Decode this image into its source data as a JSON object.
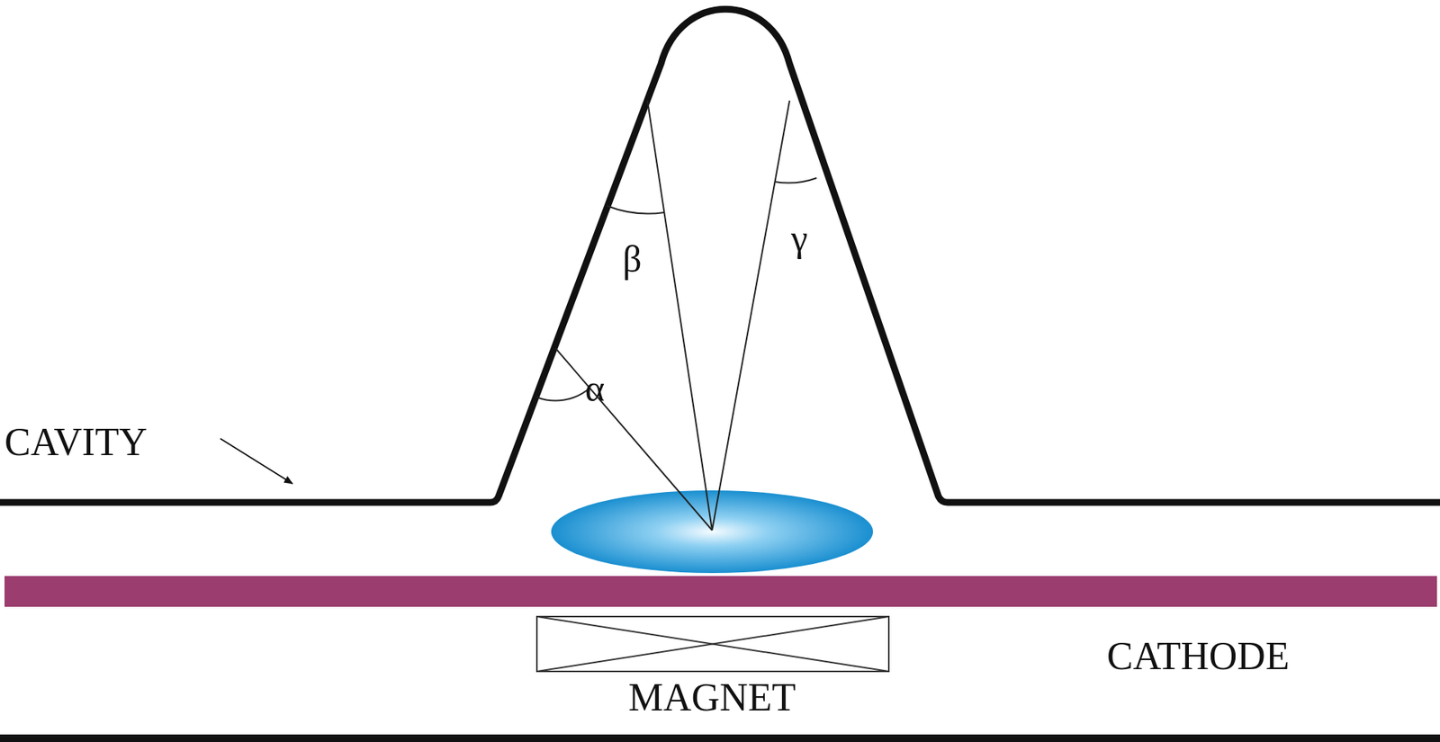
{
  "diagram": {
    "labels": [
      "CAVITY",
      "α",
      "β",
      "γ",
      "CATHODE",
      "MAGNET"
    ]
  }
}
